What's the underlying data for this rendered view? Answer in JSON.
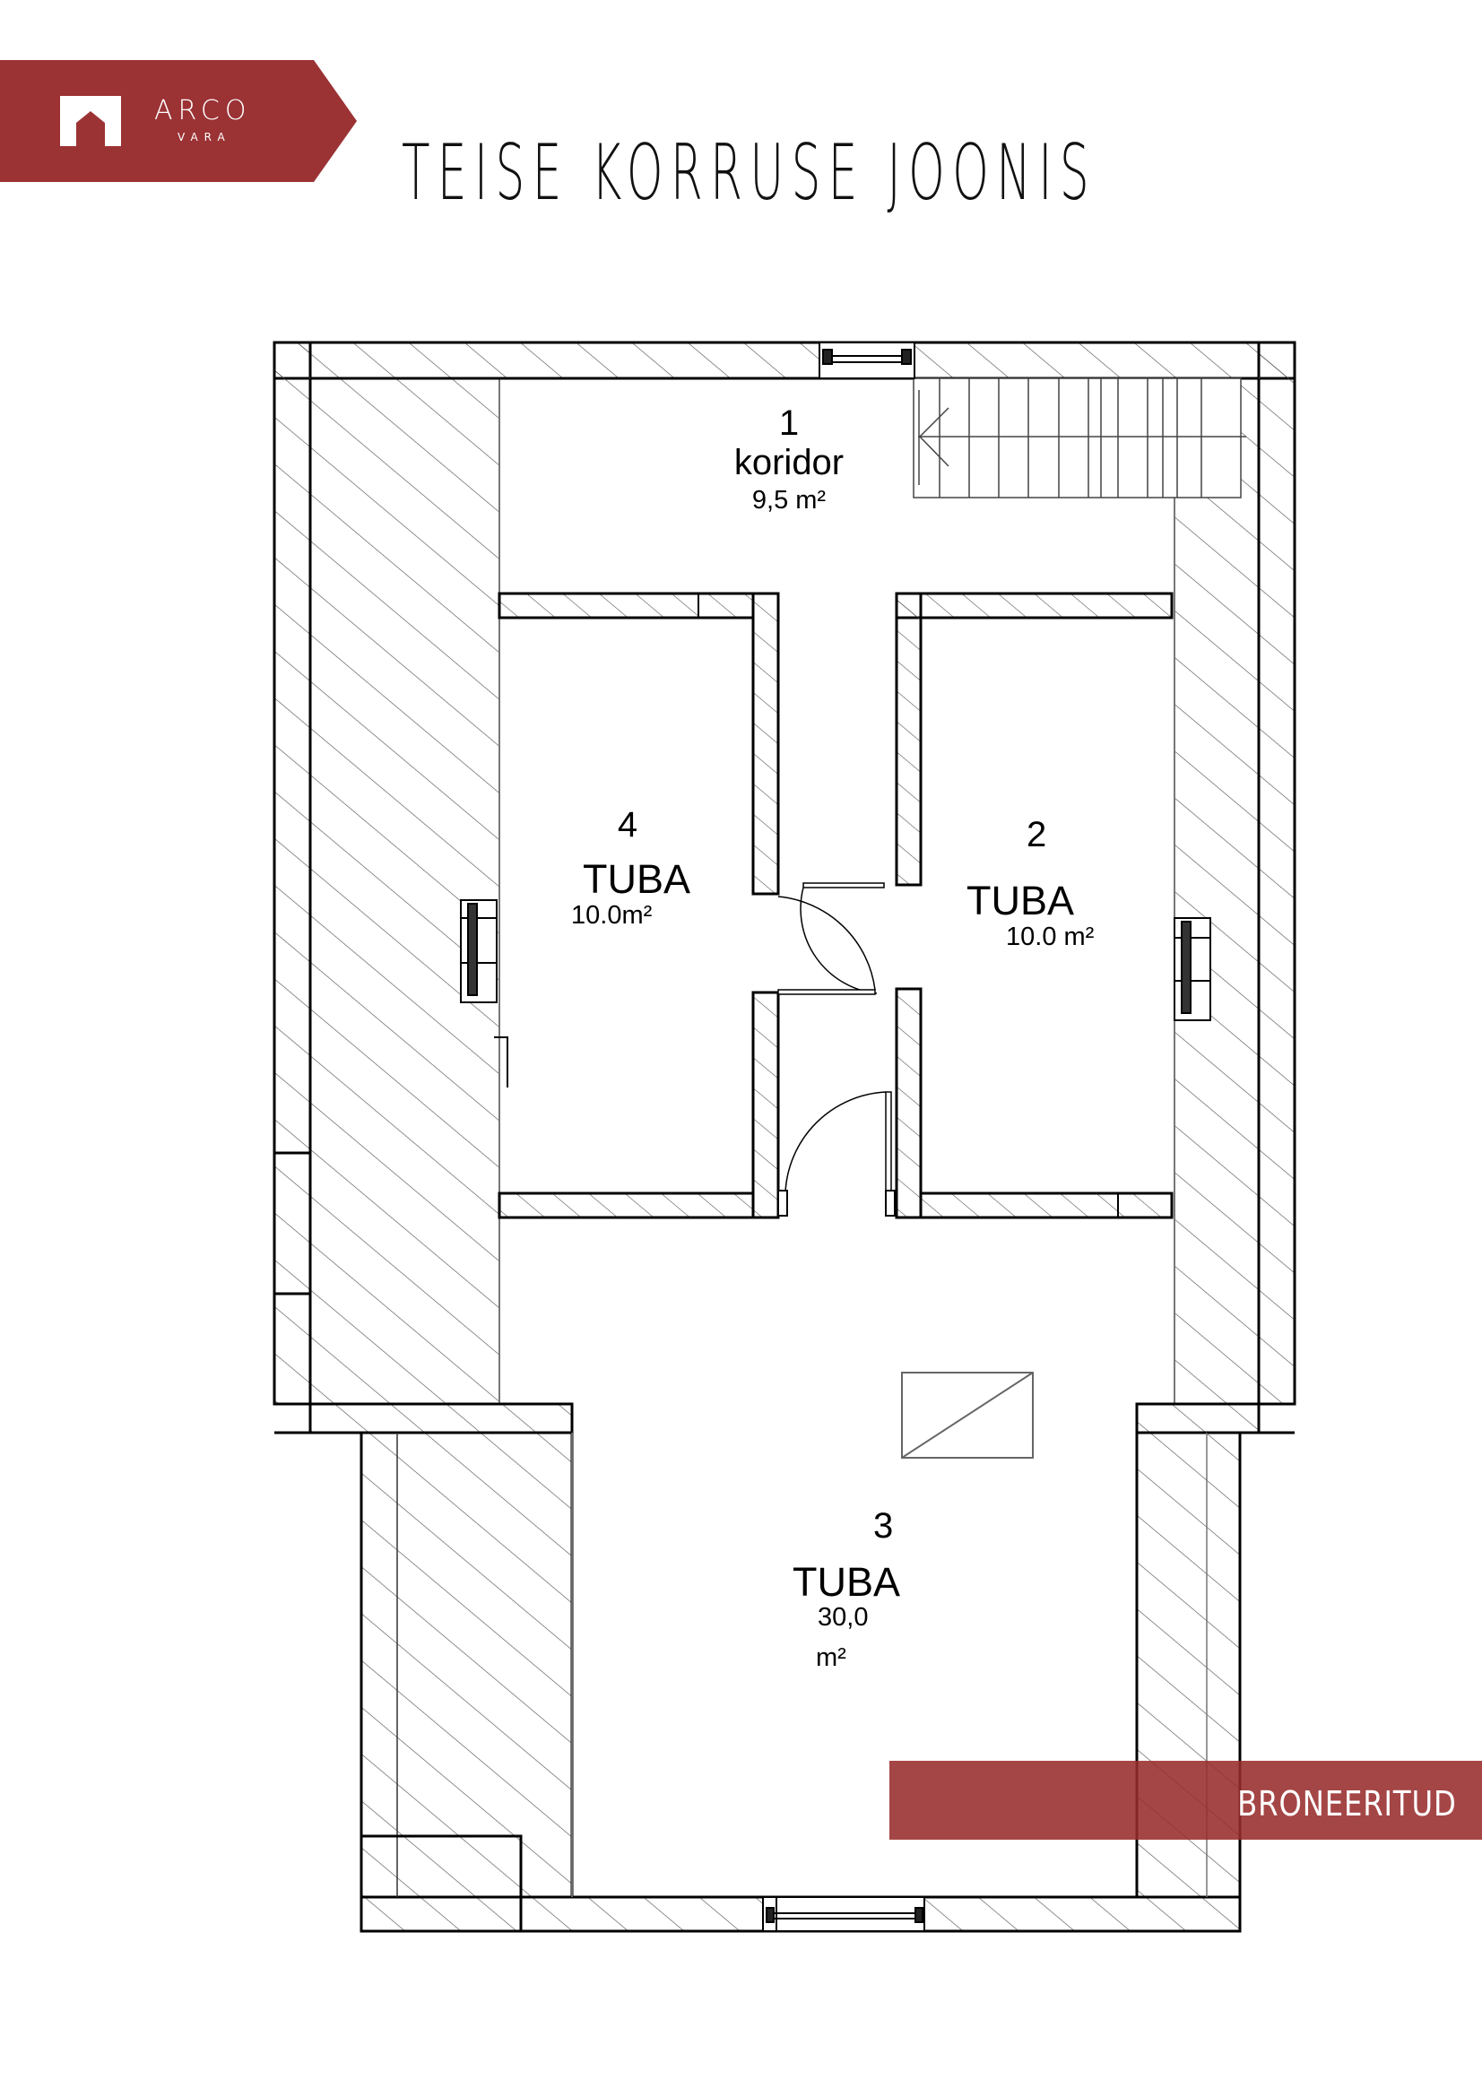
{
  "brand": {
    "name": "ARCO",
    "sub": "VARA",
    "color": "#9b3234",
    "logo_icon": "house-arch-icon"
  },
  "title": "TEISE KORRUSE JOONIS",
  "rooms": [
    {
      "number": "1",
      "name": "koridor",
      "area": "9,5 m²"
    },
    {
      "number": "2",
      "name": "TUBA",
      "area": "10.0 m²"
    },
    {
      "number": "3",
      "name": "TUBA",
      "area_value": "30,0",
      "area_unit": "m²"
    },
    {
      "number": "4",
      "name": "TUBA",
      "area": "10.0m²"
    }
  ],
  "status_banner": {
    "label": "BRONEERITUD",
    "color": "#a0393a"
  },
  "colors": {
    "line": "#000000",
    "hatch": "#555555",
    "background": "#ffffff"
  }
}
